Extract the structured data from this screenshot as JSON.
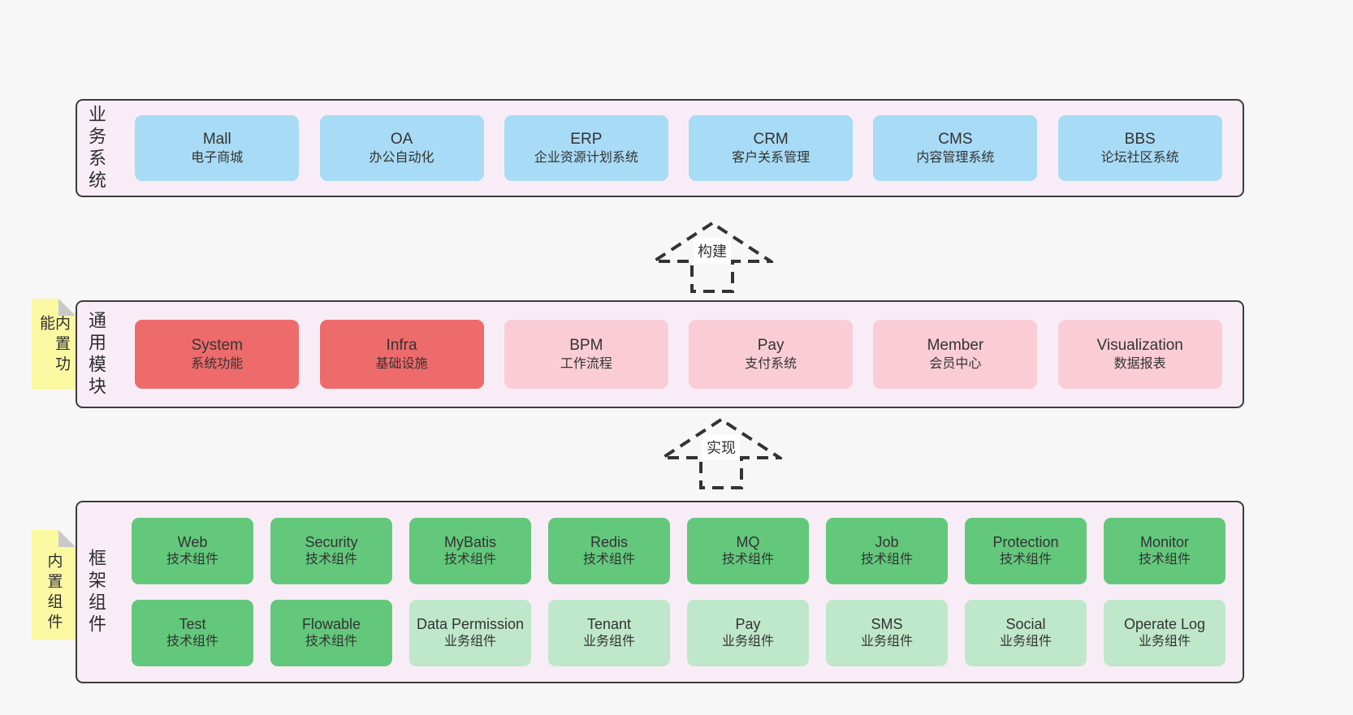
{
  "colors": {
    "page-bg": "#f7f7f7",
    "band-bg": "#f8edf6",
    "band-border": "#3c3c3c",
    "blue": "#a8dbf5",
    "red": "#ee6b6b",
    "pink": "#facdd6",
    "green": "#63c87b",
    "green-light": "#bfe7ca",
    "yellow": "#fbf8a2",
    "fold-gray": "#c9c9c9",
    "text": "#333333",
    "dash": "#333333"
  },
  "bands": [
    {
      "label": "业务系统",
      "boxes": [
        {
          "name": "Mall",
          "desc": "电子商城",
          "color": "blue"
        },
        {
          "name": "OA",
          "desc": "办公自动化",
          "color": "blue"
        },
        {
          "name": "ERP",
          "desc": "企业资源计划系统",
          "color": "blue"
        },
        {
          "name": "CRM",
          "desc": "客户关系管理",
          "color": "blue"
        },
        {
          "name": "CMS",
          "desc": "内容管理系统",
          "color": "blue"
        },
        {
          "name": "BBS",
          "desc": "论坛社区系统",
          "color": "blue"
        }
      ]
    },
    {
      "label": "通用模块",
      "note": "内置功能",
      "boxes": [
        {
          "name": "System",
          "desc": "系统功能",
          "color": "red"
        },
        {
          "name": "Infra",
          "desc": "基础设施",
          "color": "red"
        },
        {
          "name": "BPM",
          "desc": "工作流程",
          "color": "pink"
        },
        {
          "name": "Pay",
          "desc": "支付系统",
          "color": "pink"
        },
        {
          "name": "Member",
          "desc": "会员中心",
          "color": "pink"
        },
        {
          "name": "Visualization",
          "desc": "数据报表",
          "color": "pink"
        }
      ]
    },
    {
      "label": "框架组件",
      "note": "内置组件",
      "rows": [
        [
          {
            "name": "Web",
            "desc": "技术组件",
            "color": "green"
          },
          {
            "name": "Security",
            "desc": "技术组件",
            "color": "green"
          },
          {
            "name": "MyBatis",
            "desc": "技术组件",
            "color": "green"
          },
          {
            "name": "Redis",
            "desc": "技术组件",
            "color": "green"
          },
          {
            "name": "MQ",
            "desc": "技术组件",
            "color": "green"
          },
          {
            "name": "Job",
            "desc": "技术组件",
            "color": "green"
          },
          {
            "name": "Protection",
            "desc": "技术组件",
            "color": "green"
          },
          {
            "name": "Monitor",
            "desc": "技术组件",
            "color": "green"
          }
        ],
        [
          {
            "name": "Test",
            "desc": "技术组件",
            "color": "green"
          },
          {
            "name": "Flowable",
            "desc": "技术组件",
            "color": "green"
          },
          {
            "name": "Data Permission",
            "desc": "业务组件",
            "color": "green-light"
          },
          {
            "name": "Tenant",
            "desc": "业务组件",
            "color": "green-light"
          },
          {
            "name": "Pay",
            "desc": "业务组件",
            "color": "green-light"
          },
          {
            "name": "SMS",
            "desc": "业务组件",
            "color": "green-light"
          },
          {
            "name": "Social",
            "desc": "业务组件",
            "color": "green-light"
          },
          {
            "name": "Operate Log",
            "desc": "业务组件",
            "color": "green-light"
          }
        ]
      ]
    }
  ],
  "arrows": [
    {
      "label": "构建"
    },
    {
      "label": "实现"
    }
  ]
}
